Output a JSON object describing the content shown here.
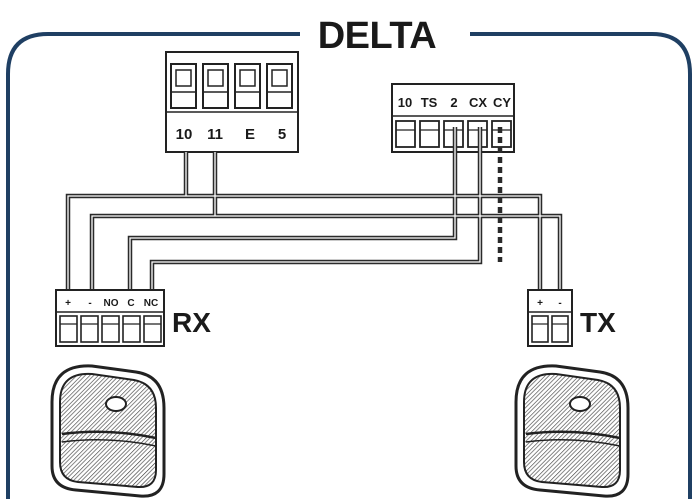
{
  "title": "DELTA",
  "terminal_block_main": {
    "terminals": [
      "10",
      "11",
      "E",
      "5"
    ]
  },
  "terminal_block_safety": {
    "terminals": [
      "10",
      "TS",
      "2",
      "CX",
      "CY"
    ]
  },
  "rx": {
    "label": "RX",
    "terminals": [
      "+",
      "-",
      "NO",
      "C",
      "NC"
    ]
  },
  "tx": {
    "label": "TX",
    "terminals": [
      "+",
      "-"
    ]
  },
  "colors": {
    "frame": "#1f3f63",
    "wire": "#2a2a2a",
    "device": "#3a3a3a"
  }
}
